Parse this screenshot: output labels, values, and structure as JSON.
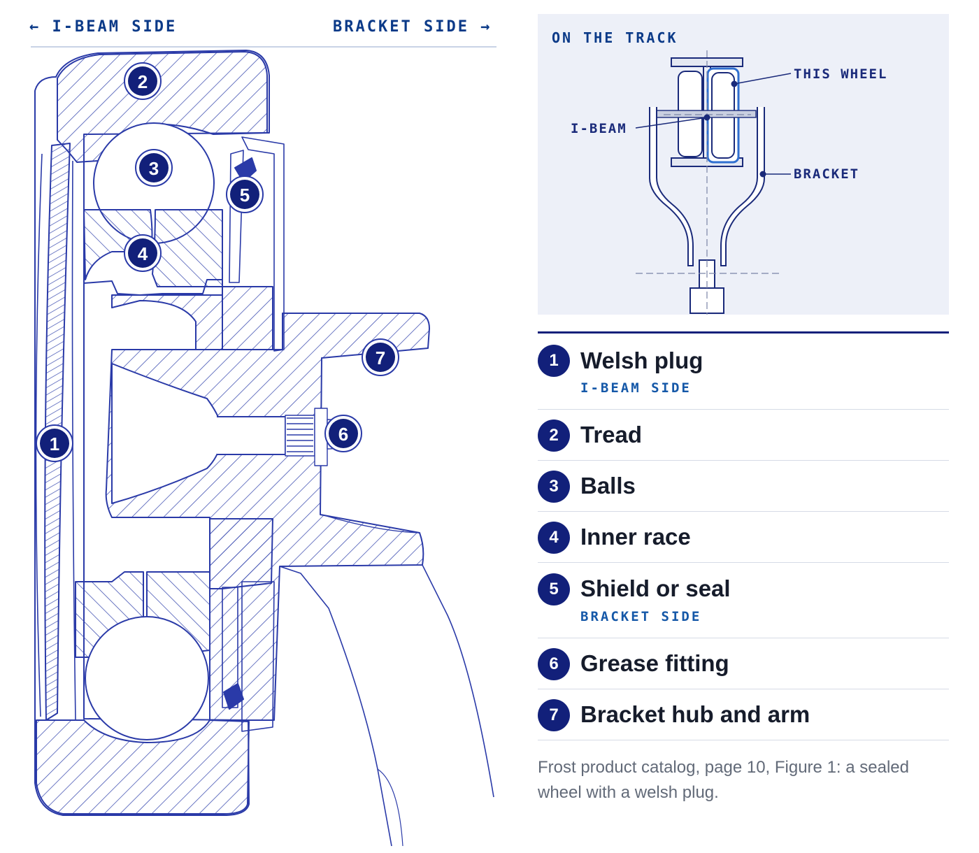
{
  "header": {
    "left_label": "← I-BEAM SIDE",
    "right_label": "BRACKET SIDE →"
  },
  "callouts": [
    "1",
    "2",
    "3",
    "4",
    "5",
    "6",
    "7"
  ],
  "inset": {
    "title": "ON THE TRACK",
    "labels": {
      "this_wheel": "THIS WHEEL",
      "ibeam": "I-BEAM",
      "bracket": "BRACKET"
    }
  },
  "legend": [
    {
      "number": "1",
      "label": "Welsh plug",
      "sub": "I-BEAM SIDE"
    },
    {
      "number": "2",
      "label": "Tread",
      "sub": ""
    },
    {
      "number": "3",
      "label": "Balls",
      "sub": ""
    },
    {
      "number": "4",
      "label": "Inner race",
      "sub": ""
    },
    {
      "number": "5",
      "label": "Shield or seal",
      "sub": "BRACKET SIDE"
    },
    {
      "number": "6",
      "label": "Grease fitting",
      "sub": ""
    },
    {
      "number": "7",
      "label": "Bracket hub and arm",
      "sub": ""
    }
  ],
  "caption": "Frost product catalog, page 10, Figure 1: a sealed wheel with a welsh plug.",
  "colors": {
    "ink": "#2a3aa8",
    "badge": "#12207a",
    "accent": "#0b3a88",
    "sub": "#1558a8",
    "panel": "#edf0f8"
  }
}
